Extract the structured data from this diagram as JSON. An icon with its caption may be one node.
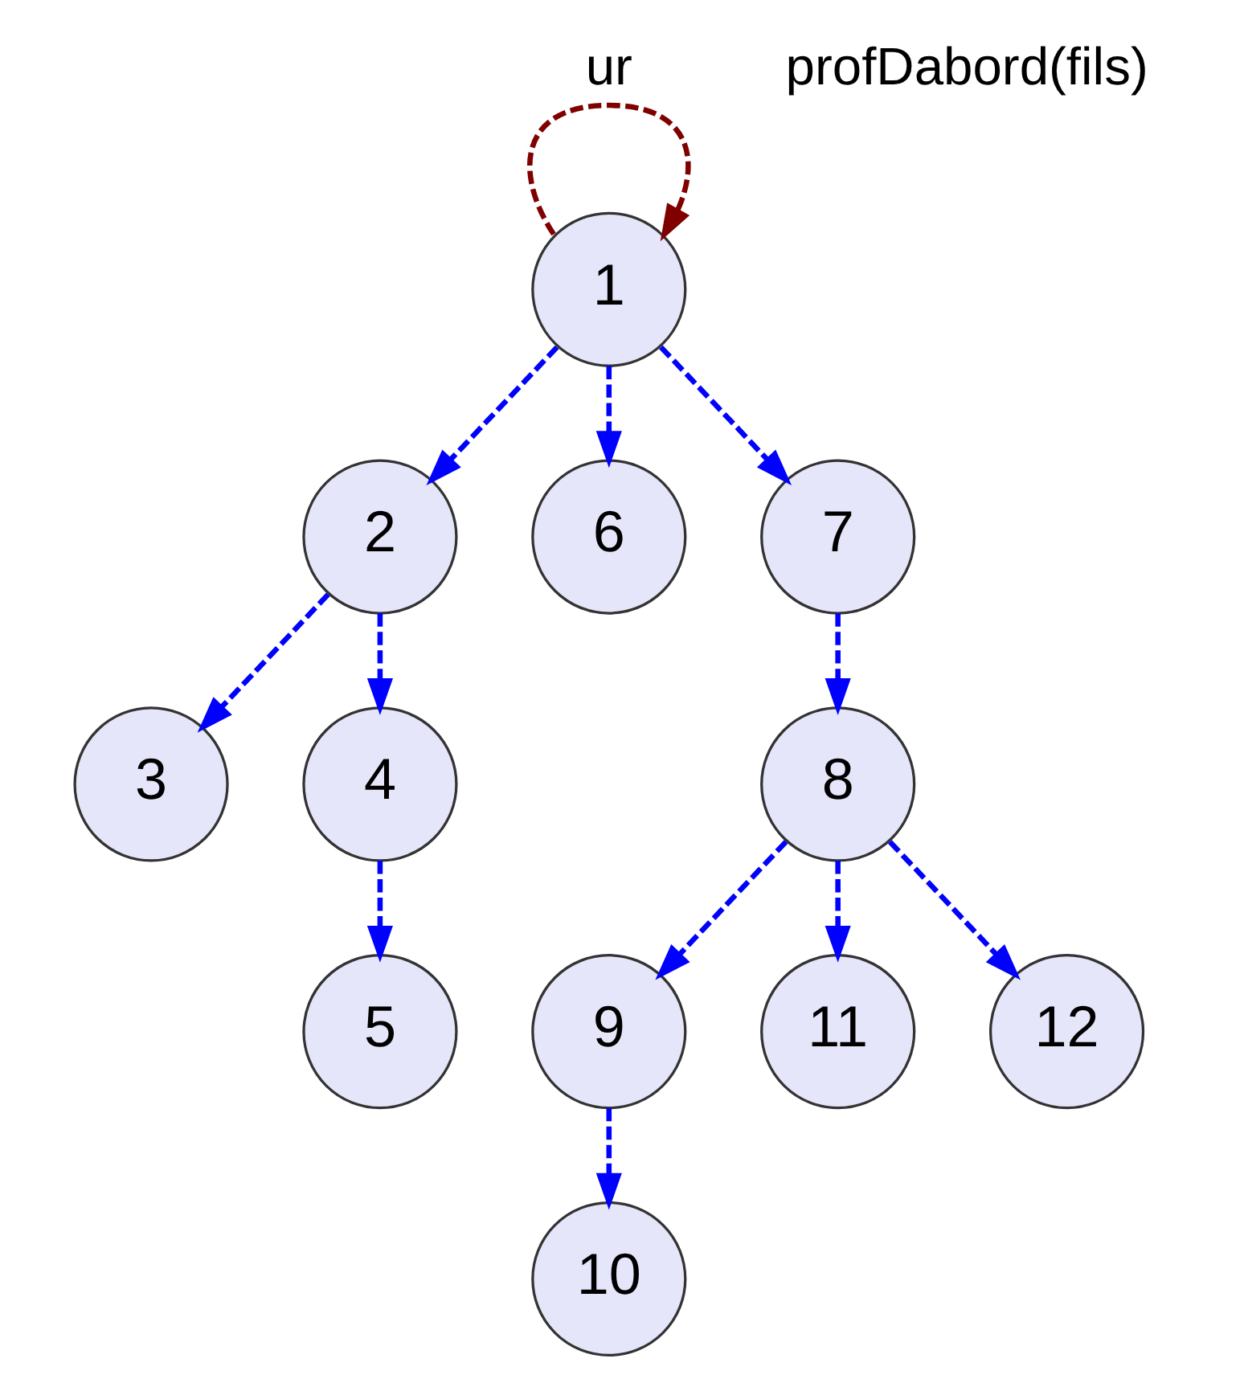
{
  "diagram": {
    "nodes": [
      {
        "text": [
          "1"
        ]
      },
      {
        "text": [
          "2"
        ]
      },
      {
        "text": [
          "3"
        ]
      },
      {
        "text": [
          "4"
        ]
      },
      {
        "text": [
          "5"
        ]
      },
      {
        "text": [
          "6"
        ]
      },
      {
        "text": [
          "7"
        ]
      },
      {
        "text": [
          "8"
        ]
      },
      {
        "text": [
          "9"
        ]
      },
      {
        "text": [
          "10"
        ]
      },
      {
        "text": [
          "11"
        ]
      },
      {
        "text": [
          "12"
        ]
      }
    ],
    "edges": [
      {
        "from": 0,
        "to": 1,
        "arrow": "to",
        "style": "dashed",
        "color": "#0000ff"
      },
      {
        "from": 0,
        "to": 5,
        "arrow": "to",
        "style": "dashed",
        "color": "#0000ff"
      },
      {
        "from": 0,
        "to": 6,
        "arrow": "to",
        "style": "dashed",
        "color": "#0000ff"
      },
      {
        "from": 1,
        "to": 2,
        "arrow": "to",
        "style": "dashed",
        "color": "#0000ff"
      },
      {
        "from": 1,
        "to": 3,
        "arrow": "to",
        "style": "dashed",
        "color": "#0000ff"
      },
      {
        "from": 3,
        "to": 4,
        "arrow": "to",
        "style": "dashed",
        "color": "#0000ff"
      },
      {
        "from": 6,
        "to": 7,
        "arrow": "to",
        "style": "dashed",
        "color": "#0000ff"
      },
      {
        "from": 7,
        "to": 8,
        "arrow": "to",
        "style": "dashed",
        "color": "#0000ff"
      },
      {
        "from": 7,
        "to": 10,
        "arrow": "to",
        "style": "dashed",
        "color": "#0000ff"
      },
      {
        "from": 7,
        "to": 11,
        "arrow": "to",
        "style": "dashed",
        "color": "#0000ff"
      },
      {
        "from": 8,
        "to": 9,
        "arrow": "to",
        "style": "dashed",
        "color": "#0000ff"
      },
      {
        "from": 0,
        "to": 0,
        "arrow": "to",
        "style": "dashed",
        "color": "#800000"
      }
    ],
    "labels": [
      "profDabord(fils)",
      "ur"
    ]
  }
}
